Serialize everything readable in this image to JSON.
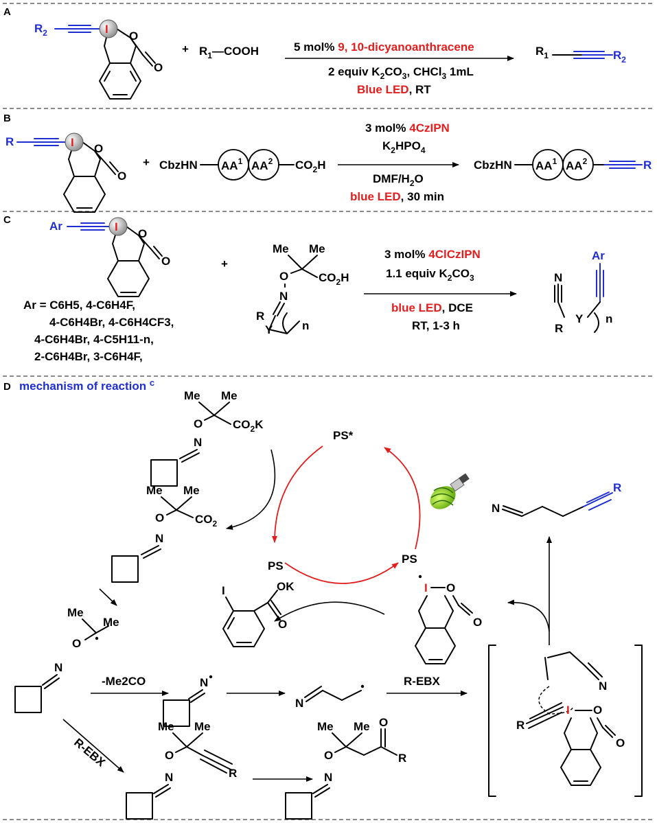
{
  "panels": {
    "a": "A",
    "b": "B",
    "c": "C",
    "d": "D"
  },
  "colors": {
    "red": "#e31e1e",
    "blue": "#1f2ed1",
    "black": "#000000"
  },
  "atoms": {
    "I": "I",
    "O": "O",
    "N": "N",
    "Me": "Me",
    "R": "R",
    "Ar": "Ar",
    "Y": "Y",
    "n": "n",
    "OK": "OK",
    "K": "K"
  },
  "a": {
    "r2": "R2",
    "r2_sub": "2",
    "r_base": "R",
    "plus": "+",
    "acid_r1": "R",
    "acid_sub": "1",
    "acid_rest": "—COOH",
    "cond1_black": "5 mol% ",
    "cond1_red": "9, 10-dicyanoanthracene",
    "cond2_a": "2 equiv K",
    "cond2_sub": "2",
    "cond2_b": "CO",
    "cond2_sub2": "3",
    "cond2_c": ", CHCl",
    "cond2_sub3": "3",
    "cond2_d": " 1mL",
    "cond3_red": "Blue LED",
    "cond3_black": ", RT",
    "prod_r1": "R",
    "prod_r1_sub": "1",
    "prod_r2": "R",
    "prod_r2_sub": "2"
  },
  "b": {
    "r": "R",
    "plus": "+",
    "cbz": "CbzHN",
    "aa1": "AA",
    "aa1_sup": "1",
    "aa2": "AA",
    "aa2_sup": "2",
    "co2h_a": "CO",
    "co2h_sub": "2",
    "co2h_b": "H",
    "cond1_black": "3 mol% ",
    "cond1_red": "4CzIPN",
    "cond2_a": "K",
    "cond2_sub": "2",
    "cond2_b": "HPO",
    "cond2_sub2": "4",
    "cond3_a": "DMF/H",
    "cond3_sub": "2",
    "cond3_b": "O",
    "cond4_red": "blue LED",
    "cond4_black": ", 30 min",
    "prod_cbz": "CbzHN",
    "prod_r": "R"
  },
  "c": {
    "ar": "Ar",
    "plus": "+",
    "ar_list_1": "Ar = C6H5, 4-C6H4F,",
    "ar_list_2": "4-C6H4Br, 4-C6H4CF3,",
    "ar_list_3": "4-C6H4Br, 4-C5H11-n,",
    "ar_list_4": "2-C6H4Br, 3-C6H4F,",
    "co2h_a": "CO",
    "co2h_sub": "2",
    "co2h_b": "H",
    "cond1_black": "3 mol% ",
    "cond1_red": "4ClCzIPN",
    "cond2_a": "1.1 equiv K",
    "cond2_sub": "2",
    "cond2_b": "CO",
    "cond2_sub2": "3",
    "cond3_red": "blue LED",
    "cond3_black": ", DCE",
    "cond4": "RT, 1-3 h"
  },
  "d": {
    "title_a": "mechanism of reaction ",
    "title_sup": "c",
    "co2k_a": "CO",
    "co2k_sub": "2",
    "co2k_b": "K",
    "co2rad_a": "CO",
    "co2rad_sub": "2",
    "ps_star": "PS*",
    "ps": "PS",
    "ps_minus": "PS",
    "me2co": "-Me2CO",
    "rebx": "R-EBX"
  }
}
